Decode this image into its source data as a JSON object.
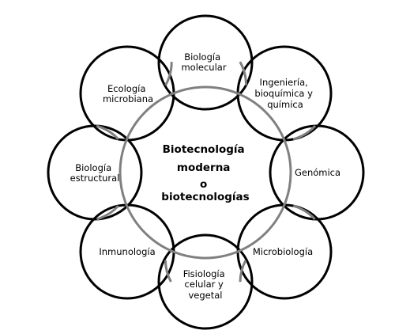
{
  "center": {
    "lines": [
      "Biotecnología",
      "moderna",
      "o",
      "biotecnologías"
    ]
  },
  "nodes": [
    {
      "id": "biologia-molecular",
      "lines": [
        "Biología",
        "molecular"
      ]
    },
    {
      "id": "ingenieria",
      "lines": [
        "Ingeniería,",
        "bioquímica y",
        "química"
      ]
    },
    {
      "id": "genomica",
      "lines": [
        "Genómica"
      ]
    },
    {
      "id": "microbiologia",
      "lines": [
        "Microbiología"
      ]
    },
    {
      "id": "fisiologia",
      "lines": [
        "Fisiología",
        "celular y",
        "vegetal"
      ]
    },
    {
      "id": "inmunologia",
      "lines": [
        "Inmunología"
      ]
    },
    {
      "id": "biologia-estructural",
      "lines": [
        "Biología",
        "estructural"
      ]
    },
    {
      "id": "ecologia-microbiana",
      "lines": [
        "Ecología",
        "microbiana"
      ]
    }
  ],
  "colors": {
    "outer_stroke": "#000000",
    "center_stroke": "#808080"
  }
}
